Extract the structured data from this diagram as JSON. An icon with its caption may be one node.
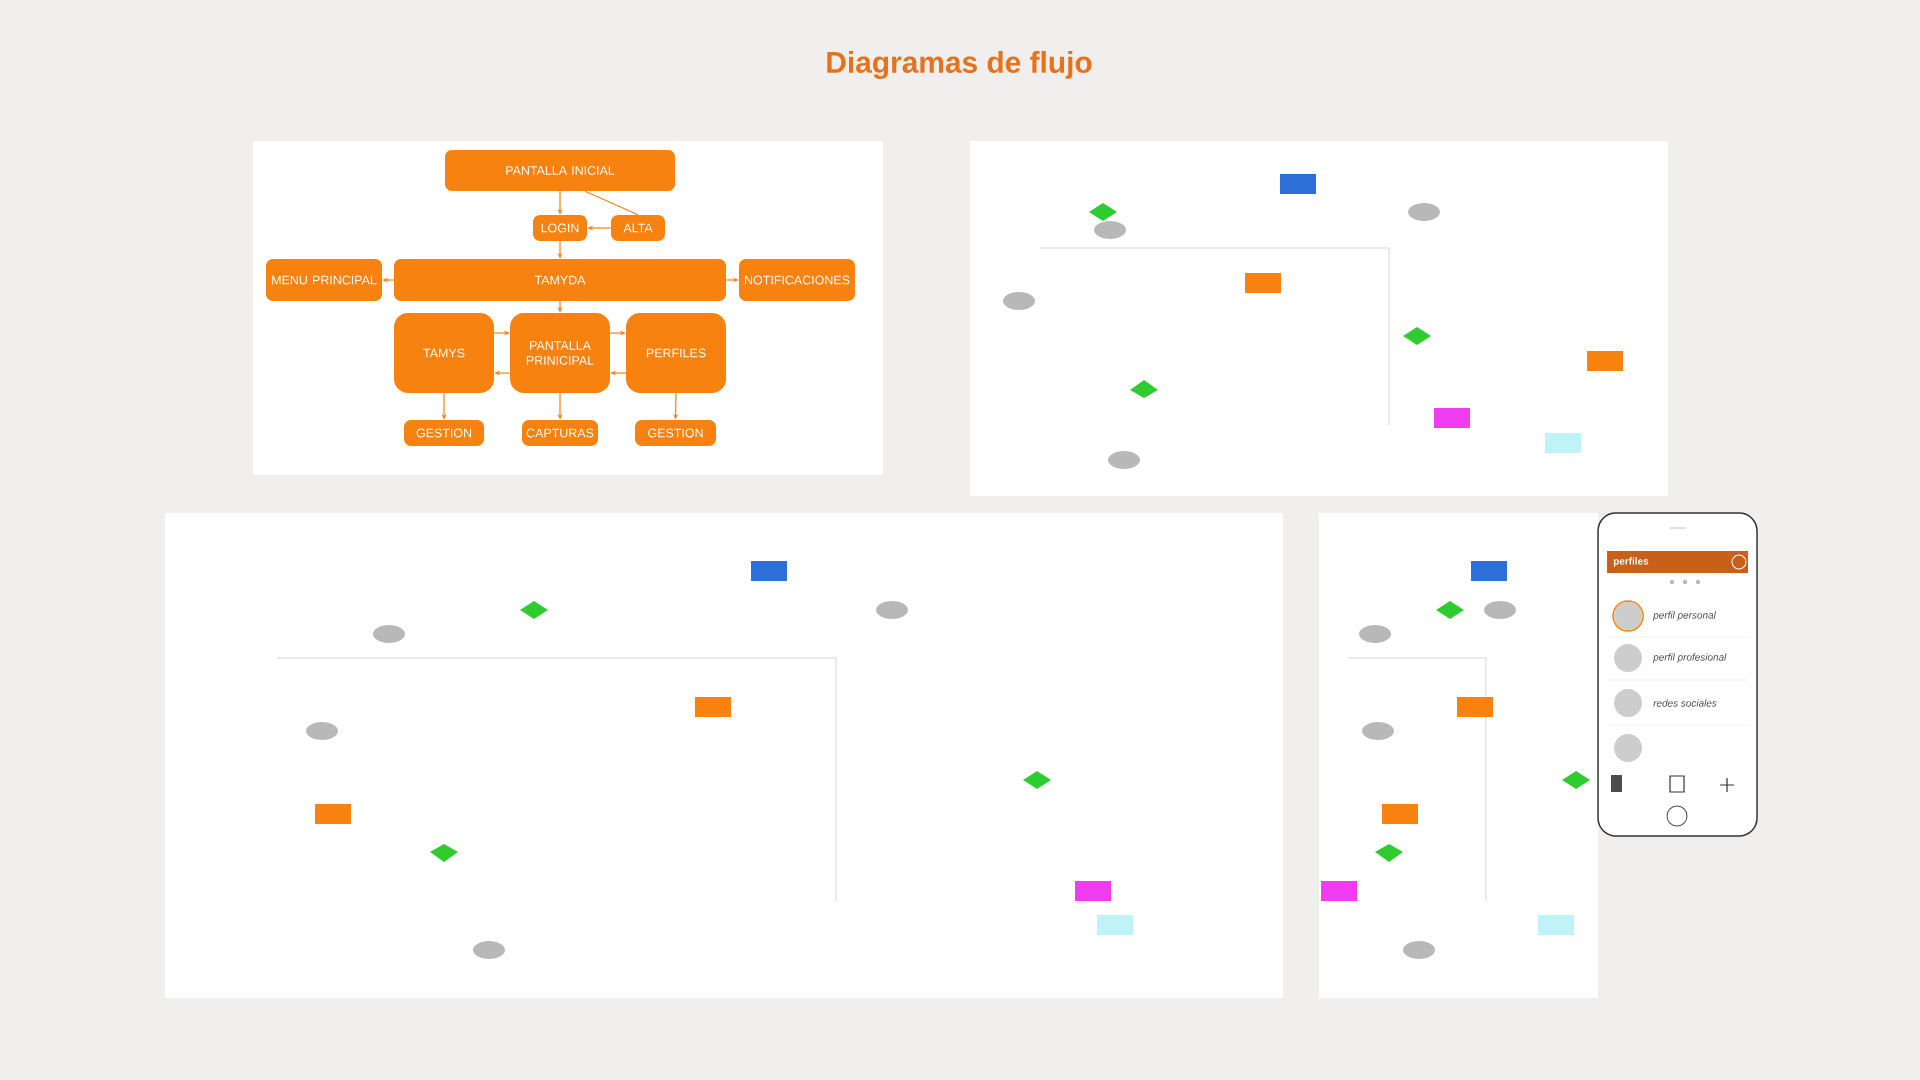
{
  "diagram": {
    "title": "Diagramas de flujo",
    "nodes": [
      {
        "text": [
          "PANTALLA INICIAL"
        ]
      },
      {
        "text": [
          "LOGIN"
        ]
      },
      {
        "text": [
          "ALTA"
        ]
      },
      {
        "text": [
          "MENU PRINCIPAL"
        ]
      },
      {
        "text": [
          "TAMYDA"
        ]
      },
      {
        "text": [
          "NOTIFICACIONES"
        ]
      },
      {
        "text": [
          "TAMYS"
        ]
      },
      {
        "text": [
          "PANTALLA PRINICIPAL"
        ]
      },
      {
        "text": [
          "PERFILES"
        ]
      },
      {
        "text": [
          "GESTION"
        ]
      },
      {
        "text": [
          "CAPTURAS"
        ]
      },
      {
        "text": [
          "GESTION"
        ]
      }
    ],
    "edges": [
      {
        "from": 0,
        "to": 1,
        "arrow": "to"
      },
      {
        "from": 0,
        "to": 2,
        "arrow": "none"
      },
      {
        "from": 2,
        "to": 1,
        "arrow": "to"
      },
      {
        "from": 1,
        "to": 4,
        "arrow": "to"
      },
      {
        "from": 4,
        "to": 3,
        "arrow": "to"
      },
      {
        "from": 4,
        "to": 5,
        "arrow": "to"
      },
      {
        "from": 4,
        "to": 7,
        "arrow": "to"
      },
      {
        "from": 6,
        "to": 7,
        "arrow": "to"
      },
      {
        "from": 7,
        "to": 6,
        "arrow": "to"
      },
      {
        "from": 7,
        "to": 8,
        "arrow": "to"
      },
      {
        "from": 8,
        "to": 7,
        "arrow": "to"
      },
      {
        "from": 6,
        "to": 9,
        "arrow": "to"
      },
      {
        "from": 7,
        "to": 10,
        "arrow": "to"
      },
      {
        "from": 8,
        "to": 11,
        "arrow": "to"
      }
    ],
    "labels": [
      "perfiles",
      "perfil personal",
      "perfil profesional",
      "redes sociales"
    ]
  }
}
